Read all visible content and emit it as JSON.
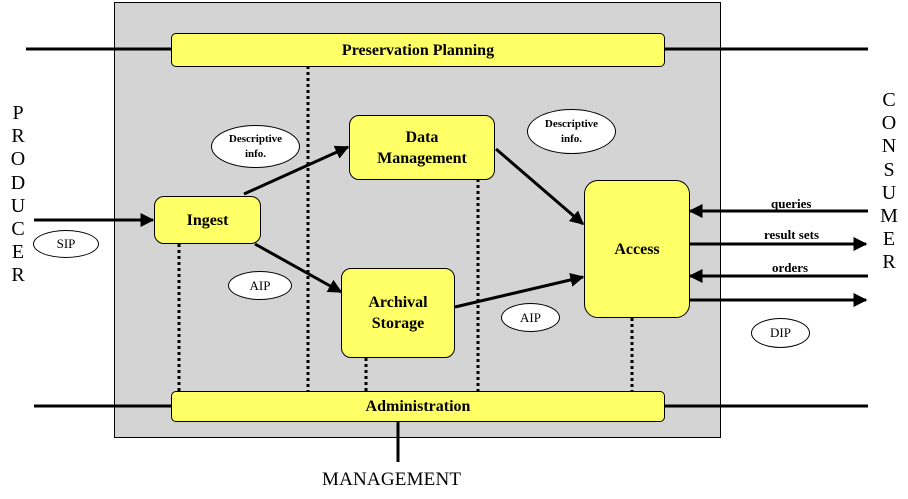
{
  "functions": {
    "preservation_planning": "Preservation Planning",
    "ingest": "Ingest",
    "data_management": [
      "Data",
      "Management"
    ],
    "archival_storage": [
      "Archival",
      "Storage"
    ],
    "access": "Access",
    "administration": "Administration"
  },
  "packages": {
    "sip": "SIP",
    "aip_ingest": "AIP",
    "aip_storage": "AIP",
    "dip": "DIP",
    "descriptive_ingest": [
      "Descriptive",
      "info."
    ],
    "descriptive_access": [
      "Descriptive",
      "info."
    ]
  },
  "entities": {
    "producer": [
      "P",
      "R",
      "O",
      "D",
      "U",
      "C",
      "E",
      "R"
    ],
    "consumer": [
      "C",
      "O",
      "N",
      "S",
      "U",
      "M",
      "E",
      "R"
    ],
    "management": "MANAGEMENT"
  },
  "consumer_flows": {
    "queries": "queries",
    "result_sets": "result sets",
    "orders": "orders"
  },
  "colors": {
    "function_fill": "#ffff66",
    "environment_fill": "#d4d4d4",
    "stroke": "#000000"
  }
}
